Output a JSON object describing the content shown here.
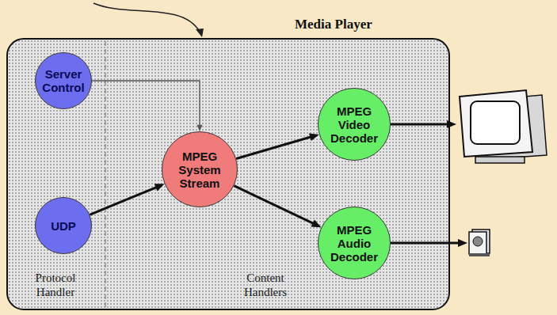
{
  "diagram": {
    "nodes": [
      {
        "text": [
          "Media Player"
        ]
      },
      {
        "text": [
          "Server Control"
        ],
        "in": 0
      },
      {
        "text": [
          "UDP"
        ],
        "in": 0
      },
      {
        "text": [
          "MPEG System Stream"
        ],
        "in": 0
      },
      {
        "text": [
          "MPEG Video Decoder"
        ],
        "in": 0
      },
      {
        "text": [
          "MPEG Audio Decoder"
        ],
        "in": 0
      }
    ],
    "edges": [
      {
        "from": 1,
        "to": 3,
        "arrow": "to"
      },
      {
        "from": 2,
        "to": 3,
        "arrow": "to"
      },
      {
        "from": 3,
        "to": 4,
        "arrow": "to"
      },
      {
        "from": 3,
        "to": 5,
        "arrow": "to"
      }
    ],
    "labels": [
      "Protocol Handler",
      "Content Handlers"
    ]
  }
}
